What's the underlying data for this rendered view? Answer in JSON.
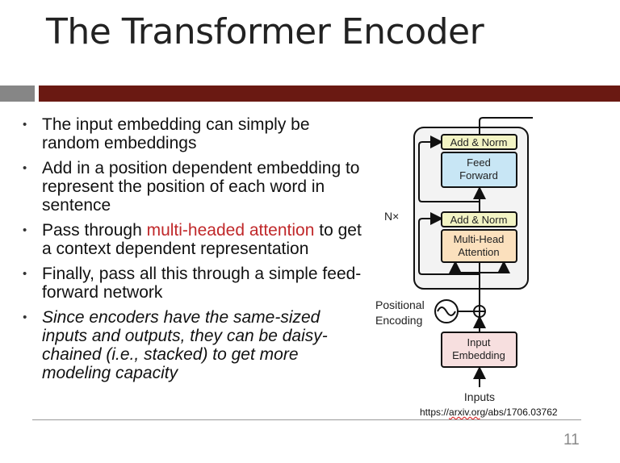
{
  "title": "The Transformer Encoder",
  "bullets": [
    {
      "parts": [
        "The input embedding can simply be random embeddings"
      ]
    },
    {
      "parts": [
        "Add in a position dependent embedding to represent the position of each word in sentence"
      ]
    },
    {
      "pre": "Pass through ",
      "highlight": "multi-headed attention",
      "post": " to get a context dependent representation"
    },
    {
      "parts": [
        "Finally, pass all this through a simple feed-forward network"
      ]
    },
    {
      "parts": [
        "Since encoders have the same-sized inputs and outputs, they can be daisy-chained (i.e., stacked) to get more modeling capacity"
      ]
    }
  ],
  "diagram": {
    "add_norm_top": "Add & Norm",
    "feed_forward": [
      "Feed",
      "Forward"
    ],
    "add_norm_bottom": "Add & Norm",
    "multi_head": [
      "Multi-Head",
      "Attention"
    ],
    "nx": "N×",
    "positional": [
      "Positional",
      "Encoding"
    ],
    "input_embedding": [
      "Input",
      "Embedding"
    ],
    "inputs": "Inputs",
    "colors": {
      "add_norm": "#f3f4c4",
      "feed_forward": "#c8e6f5",
      "attention": "#fbe0bd",
      "embedding": "#f7dfdf",
      "block": "#f3f3f3"
    }
  },
  "url_prefix": "https://",
  "url_link": "arxiv.org",
  "url_suffix": "/abs/1706.03762",
  "page_number": "11"
}
